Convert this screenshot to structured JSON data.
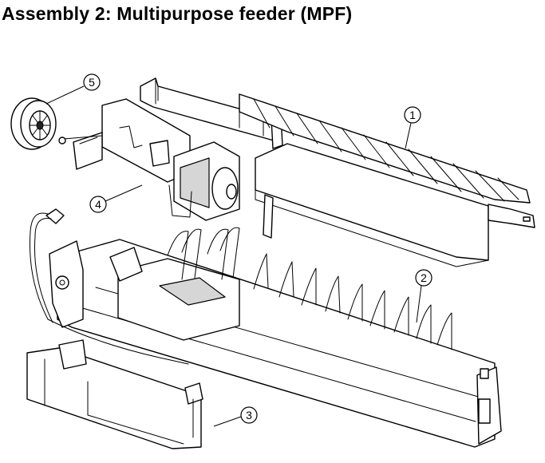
{
  "title": "Assembly 2:  Multipurpose feeder (MPF)",
  "callouts": [
    {
      "id": "callout-1",
      "label": "1"
    },
    {
      "id": "callout-2",
      "label": "2"
    },
    {
      "id": "callout-3",
      "label": "3"
    },
    {
      "id": "callout-4",
      "label": "4"
    },
    {
      "id": "callout-5",
      "label": "5"
    }
  ]
}
